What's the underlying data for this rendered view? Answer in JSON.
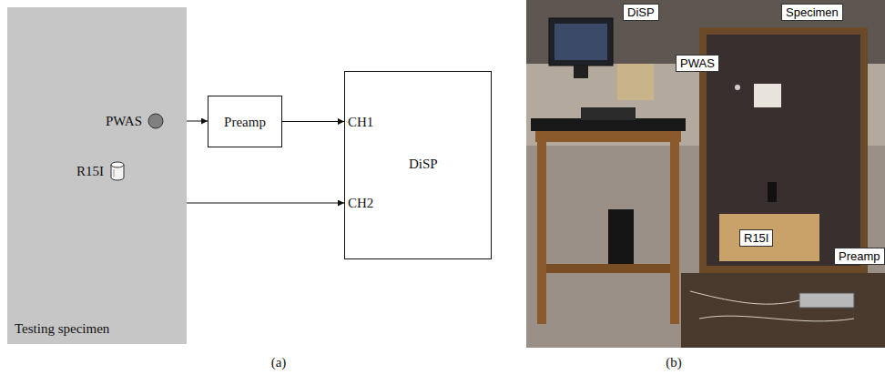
{
  "diagram": {
    "nodes": [
      {
        "text": [
          "Testing specimen"
        ]
      },
      {
        "text": [
          "PWAS"
        ],
        "in": 0
      },
      {
        "text": [
          "R15I"
        ],
        "in": 0
      },
      {
        "text": [
          "Preamp"
        ]
      },
      {
        "text": [
          "CH1",
          "DiSP",
          "CH2"
        ]
      }
    ],
    "edges": [
      {
        "from": 1,
        "to": 3,
        "arrow": "to"
      },
      {
        "from": 3,
        "to": 4,
        "arrow": "to"
      },
      {
        "from": 2,
        "to": 4,
        "arrow": "to"
      }
    ],
    "labels": [
      "(a)",
      "(b)",
      "DiSP",
      "PWAS",
      "Specimen",
      "R15I",
      "Preamp"
    ]
  }
}
